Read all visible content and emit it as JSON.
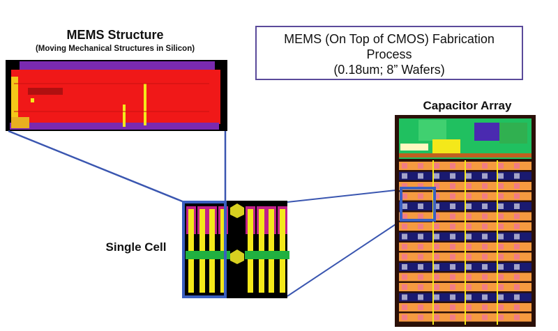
{
  "labels": {
    "mems_title": "MEMS Structure",
    "mems_subtitle": "(Moving Mechanical Structures in Silicon)",
    "process_lines": [
      "MEMS (On Top of CMOS) Fabrication",
      "Process",
      "(0.18um; 8” Wafers)"
    ],
    "capacitor_array_title": "Capacitor Array",
    "single_cell_title": "Single Cell"
  },
  "colors": {
    "connector": "#3a56b0",
    "highlight": "#3a5fc0",
    "box_border": "#5a4a9a",
    "mems_red": "#f01818",
    "mems_purple": "#7a2ab0",
    "cell_yellow": "#f4e81a",
    "cell_magenta": "#c0208a",
    "cell_green": "#20b040",
    "array_orange": "#f59a40",
    "array_navy": "#1a1a70"
  }
}
